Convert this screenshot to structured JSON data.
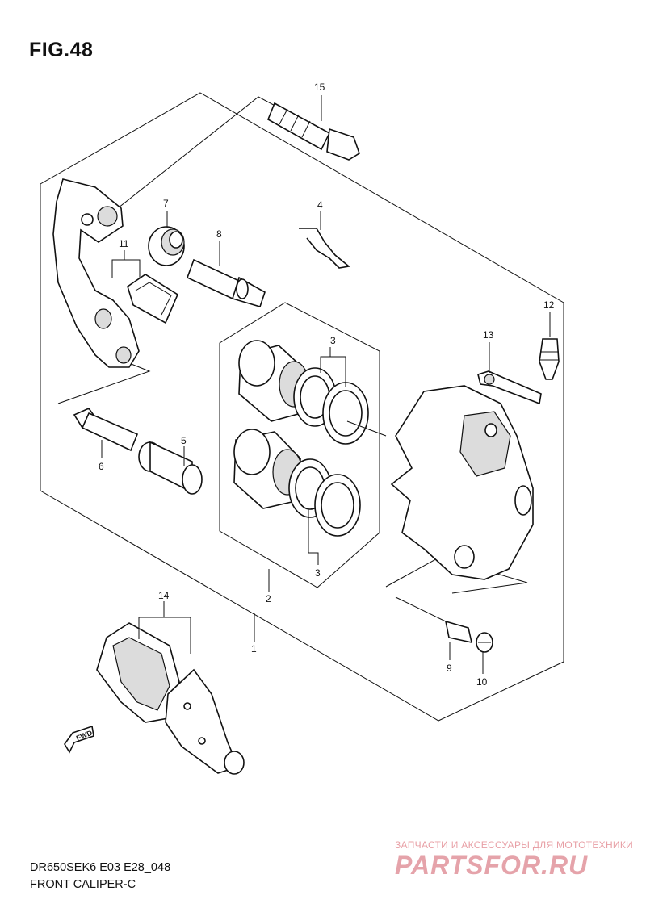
{
  "figure": {
    "title": "FIG.48",
    "model_code": "DR650SEK6 E03 E28_048",
    "name": "FRONT CALIPER-C"
  },
  "callouts": [
    "15",
    "7",
    "4",
    "8",
    "11",
    "12",
    "13",
    "3",
    "3",
    "5",
    "6",
    "2",
    "1",
    "14",
    "9",
    "10"
  ],
  "fwd_label": "FWD",
  "watermark": {
    "text": "ЗАПЧАСТИ И АКСЕССУАРЫ ДЛЯ МОТОТЕХНИКИ",
    "logo": "PARTSFOR.RU"
  }
}
